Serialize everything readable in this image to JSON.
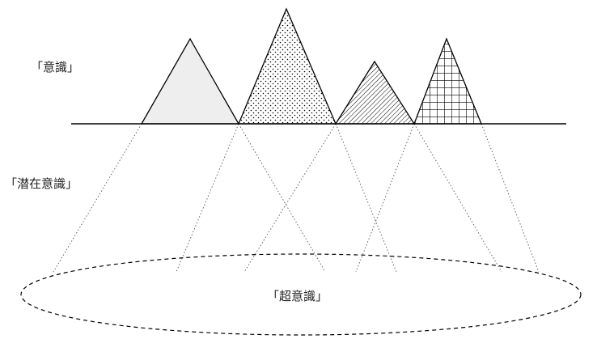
{
  "labels": {
    "conscious": "「意識」",
    "subconscious": "「潜在意識」",
    "superconscious": "「超意識」"
  },
  "colors": {
    "stroke": "#000000",
    "solid_fill": "#eeeeee",
    "dotted_line": "#555555"
  },
  "mountains": [
    {
      "name": "solid",
      "pattern": "light-gray-fill"
    },
    {
      "name": "dotted",
      "pattern": "dot-pattern"
    },
    {
      "name": "hatched",
      "pattern": "diagonal-hatch"
    },
    {
      "name": "grid",
      "pattern": "square-grid"
    }
  ]
}
